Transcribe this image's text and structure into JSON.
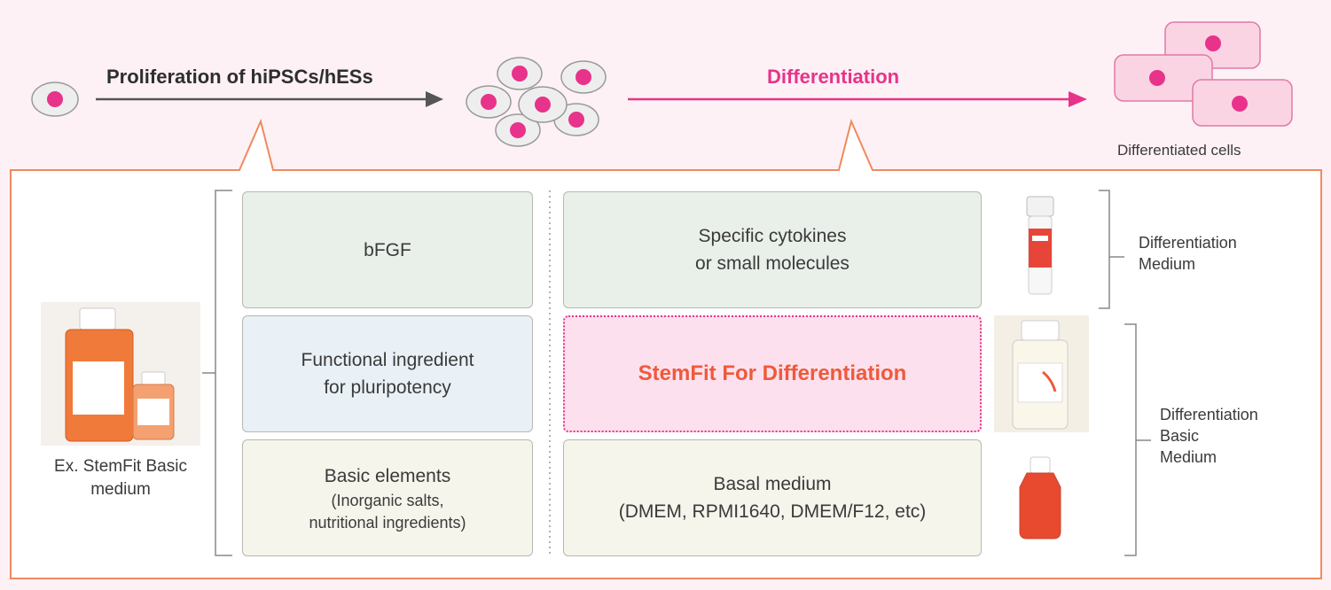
{
  "header": {
    "proliferation_label": "Proliferation of hiPSCs/hESs",
    "differentiation_label": "Differentiation",
    "differentiated_cells_label": "Differentiated cells"
  },
  "left_column": {
    "bfgf": "bFGF",
    "functional_line1": "Functional ingredient",
    "functional_line2": "for pluripotency",
    "basic_title": "Basic elements",
    "basic_sub1": "(Inorganic salts,",
    "basic_sub2": "nutritional ingredients)"
  },
  "right_column": {
    "specific_line1": "Specific cytokines",
    "specific_line2": "or small molecules",
    "stemfit": "StemFit For Differentiation",
    "basal_title": "Basal medium",
    "basal_sub": "(DMEM, RPMI1640, DMEM/F12, etc)"
  },
  "product_label_line1": "Ex. StemFit Basic",
  "product_label_line2": "medium",
  "differentiation_medium": {
    "line1": "Differentiation",
    "line2": "Medium"
  },
  "differentiation_basic_medium": {
    "line1": "Differentiation",
    "line2": "Basic",
    "line3": "Medium"
  },
  "colors": {
    "accent_pink": "#e8338a",
    "highlight_orange": "#ef5a3a",
    "frame_orange": "#f08a5d",
    "background": "#fdf1f5"
  }
}
